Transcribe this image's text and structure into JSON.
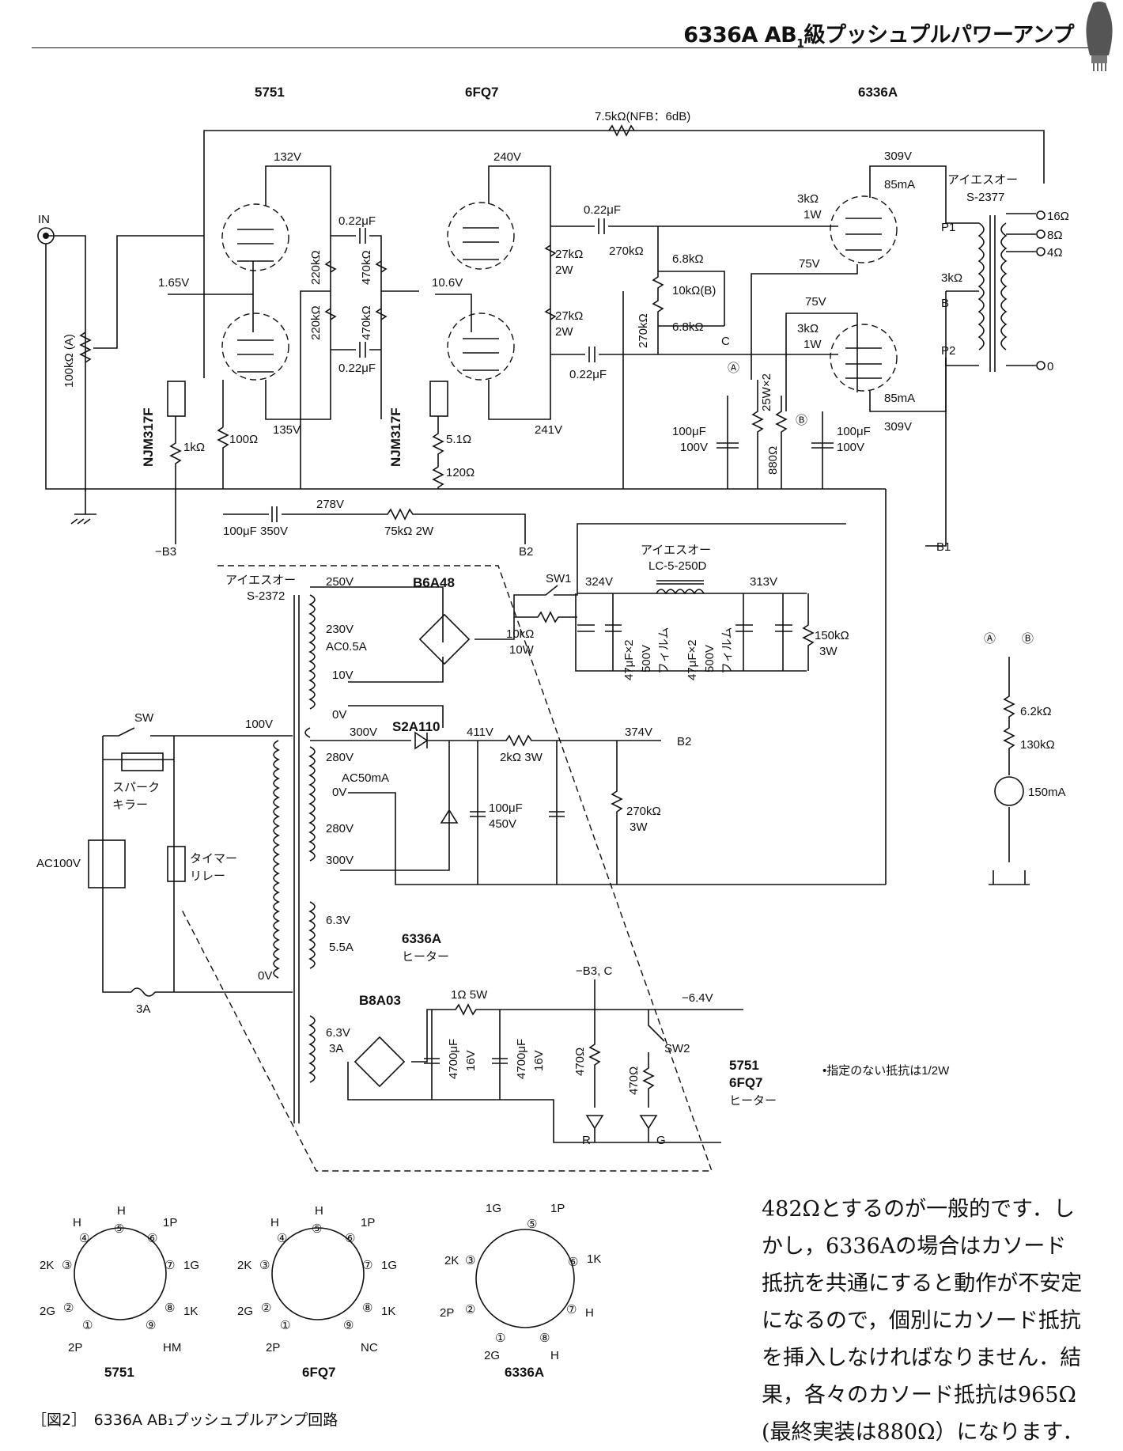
{
  "header": {
    "title_main": "6336A AB",
    "title_sub": "1",
    "title_rest": "級プッシュプルパワーアンプ"
  },
  "tubes": {
    "t1": "5751",
    "t2": "6FQ7",
    "t3": "6336A"
  },
  "nfb": "7.5kΩ(NFB：6dB)",
  "input": {
    "label": "IN",
    "pot": "100kΩ (A)"
  },
  "reg": {
    "ic1": "NJM317F",
    "ic2": "NJM317F"
  },
  "volts": {
    "v132": "132V",
    "v165": "1.65V",
    "v135": "135V",
    "v240": "240V",
    "v106": "10.6V",
    "v241": "241V",
    "v309a": "309V",
    "v309b": "309V",
    "v278": "278V",
    "v75a": "75V",
    "v75b": "75V",
    "v324": "324V",
    "v313": "313V",
    "v411": "411V",
    "v374": "374V",
    "vm64": "−6.4V"
  },
  "currents": {
    "i85a": "85mA",
    "i85b": "85mA"
  },
  "parts": {
    "c022a": "0.22μF",
    "c022b": "0.22μF",
    "c022c": "0.22μF",
    "c022d": "0.22μF",
    "r220a": "220kΩ",
    "r220b": "220kΩ",
    "r470a": "470kΩ",
    "r470b": "470kΩ",
    "r27a": "27kΩ",
    "r27b": "27kΩ",
    "w2a": "2W",
    "w2b": "2W",
    "r270a": "270kΩ",
    "r270b": "270kΩ",
    "r68a": "6.8kΩ",
    "r68b": "6.8kΩ",
    "r10b": "10kΩ(B)",
    "r3ka": "3kΩ",
    "r3kb": "3kΩ",
    "r1wa": "1W",
    "r1wb": "1W",
    "r3kc": "3kΩ",
    "r1k": "1kΩ",
    "r100": "100Ω",
    "r51": "5.1Ω",
    "r120": "120Ω",
    "c100uf": "100μF 350V",
    "r75k": "75kΩ 2W",
    "c100a": "100μF",
    "c100av": "100V",
    "c100b": "100μF",
    "c100bv": "100V",
    "r880": "880Ω",
    "r25w": "25W×2",
    "ot_label": "アイエスオー",
    "ot_model": "S-2377",
    "ot_16": "16Ω",
    "ot_8": "8Ω",
    "ot_4": "4Ω",
    "ot_0": "0",
    "ot_p1": "P1",
    "ot_p2": "P2",
    "ot_b": "B",
    "pt_label": "アイエスオー",
    "pt_model": "S-2372",
    "tap250": "250V",
    "tap230": "230V",
    "ac05": "AC0.5A",
    "tap10": "10V",
    "tap0a": "0V",
    "b6a48": "B6A48",
    "sw1": "SW1",
    "r10k10w": "10kΩ",
    "w10": "10W",
    "choke_label": "アイエスオー",
    "choke_model": "LC-5-250D",
    "c47a": "47μF×2",
    "c47av": "500V",
    "c47af": "フィルム",
    "c47b": "47μF×2",
    "c47bv": "500V",
    "c47bf": "フィルム",
    "r150k": "150kΩ",
    "w3a": "3W",
    "tap300a": "300V",
    "tap280a": "280V",
    "ac50": "AC50mA",
    "tap0b": "0V",
    "tap280b": "280V",
    "tap300b": "300V",
    "s2a110": "S2A110",
    "r2k": "2kΩ 3W",
    "c100450": "100μF",
    "c450v": "450V",
    "r270k3": "270kΩ",
    "w3b": "3W",
    "tap63a": "6.3V",
    "a55": "5.5A",
    "heat1": "6336A",
    "heat1b": "ヒーター",
    "b8a03": "B8A03",
    "tap63b": "6.3V",
    "a3": "3A",
    "r1ohm": "1Ω 5W",
    "c4700a": "4700μF",
    "c4700av": "16V",
    "c4700b": "4700μF",
    "c4700bv": "16V",
    "r470a2": "470Ω",
    "r470b2": "470Ω",
    "led_r": "R",
    "led_g": "G",
    "sw2": "SW2",
    "heat2a": "5751",
    "heat2b": "6FQ7",
    "heat2c": "ヒーター",
    "b3c": "−B3, C",
    "sw": "SW",
    "spark": "スパーク",
    "spark2": "キラー",
    "ac100": "AC100V",
    "timer": "タイマー",
    "timer2": "リレー",
    "tap100": "100V",
    "tap0c": "0V",
    "fuse": "3A",
    "note": "•指定のない抵抗は1/2W",
    "meter_a": "Ⓐ",
    "meter_b": "Ⓑ",
    "r62k": "6.2kΩ",
    "r130k": "130kΩ",
    "m150": "150mA",
    "b3": "−B3",
    "b2a": "B2",
    "b2b": "B2",
    "b1": "B1",
    "c_lbl": "C",
    "pt_a": "Ⓐ",
    "pt_b": "Ⓑ"
  },
  "pinouts": [
    {
      "name": "5751",
      "pins": {
        "p1": "①",
        "p2": "②",
        "p3": "③",
        "p4": "④",
        "p5": "⑤",
        "p6": "⑥",
        "p7": "⑦",
        "p8": "⑧",
        "p9": "⑨"
      },
      "labels": {
        "h1": "H",
        "h2": "H",
        "p1p": "1P",
        "p1g": "1G",
        "p1k": "1K",
        "phm": "HM",
        "p2p": "2P",
        "p2g": "2G",
        "p2k": "2K"
      }
    },
    {
      "name": "6FQ7",
      "pins": {
        "p1": "①",
        "p2": "②",
        "p3": "③",
        "p4": "④",
        "p5": "⑤",
        "p6": "⑥",
        "p7": "⑦",
        "p8": "⑧",
        "p9": "⑨"
      },
      "labels": {
        "h1": "H",
        "h2": "H",
        "p1p": "1P",
        "p1g": "1G",
        "p1k": "1K",
        "pnc": "NC",
        "p2p": "2P",
        "p2g": "2G",
        "p2k": "2K"
      }
    },
    {
      "name": "6336A",
      "pins": {
        "p1": "①",
        "p2": "②",
        "p3": "③",
        "p5": "⑤",
        "p6": "⑥",
        "p7": "⑦",
        "p8": "⑧"
      },
      "labels": {
        "p1g": "1G",
        "p1p": "1P",
        "p1k": "1K",
        "ph": "H",
        "ph2": "H",
        "p2p": "2P",
        "p2g": "2G",
        "p2k": "2K"
      }
    }
  ],
  "caption": "［図2］　6336A AB₁プッシュプルアンプ回路",
  "body_text": [
    "482Ωとするのが一般的です．し",
    "かし，6336Aの場合はカソード",
    "抵抗を共通にすると動作が不安定",
    "になるので，個別にカソード抵抗",
    "を挿入しなければなりません．結",
    "果，各々のカソード抵抗は965Ω",
    "(最終実装は880Ω）になります．"
  ]
}
